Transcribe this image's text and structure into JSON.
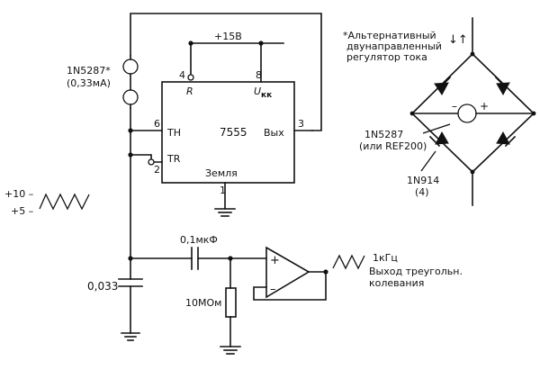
{
  "supply": {
    "label": "+15В"
  },
  "timer": {
    "name": "7555",
    "pin4_num": "4",
    "pin4_label": "R",
    "pin8_num": "8",
    "pin8_label": "U",
    "pin8_sub": "кк",
    "pin6_num": "6",
    "pin6_label": "TH",
    "pin2_num": "2",
    "pin2_label": "TR",
    "pin3_num": "3",
    "pin3_label": "Вых",
    "pin1_num": "1",
    "ground_label": "Земля"
  },
  "current_source": {
    "part": "1N5287*",
    "current": "(0,33мА)"
  },
  "levels": {
    "upper": "+10 –",
    "lower": "+5 –"
  },
  "capacitor_timing": {
    "value": "0,033"
  },
  "capacitor_coupling": {
    "value": "0,1мкФ"
  },
  "resistor": {
    "value": "10МОм"
  },
  "opamp": {
    "plus": "+",
    "minus": "–"
  },
  "output": {
    "freq": "1кГц",
    "line1": "Выход треугольн.",
    "line2": "колевания"
  },
  "alt": {
    "line1": "*Альтернативный",
    "line2": "двунаправленный",
    "line3": "регулятор тока",
    "arrows": "↓↑",
    "reg_part": "1N5287",
    "reg_alt": "(или REF200)",
    "diode_part": "1N914",
    "diode_count": "(4)",
    "minus": "–",
    "plus": "+"
  }
}
